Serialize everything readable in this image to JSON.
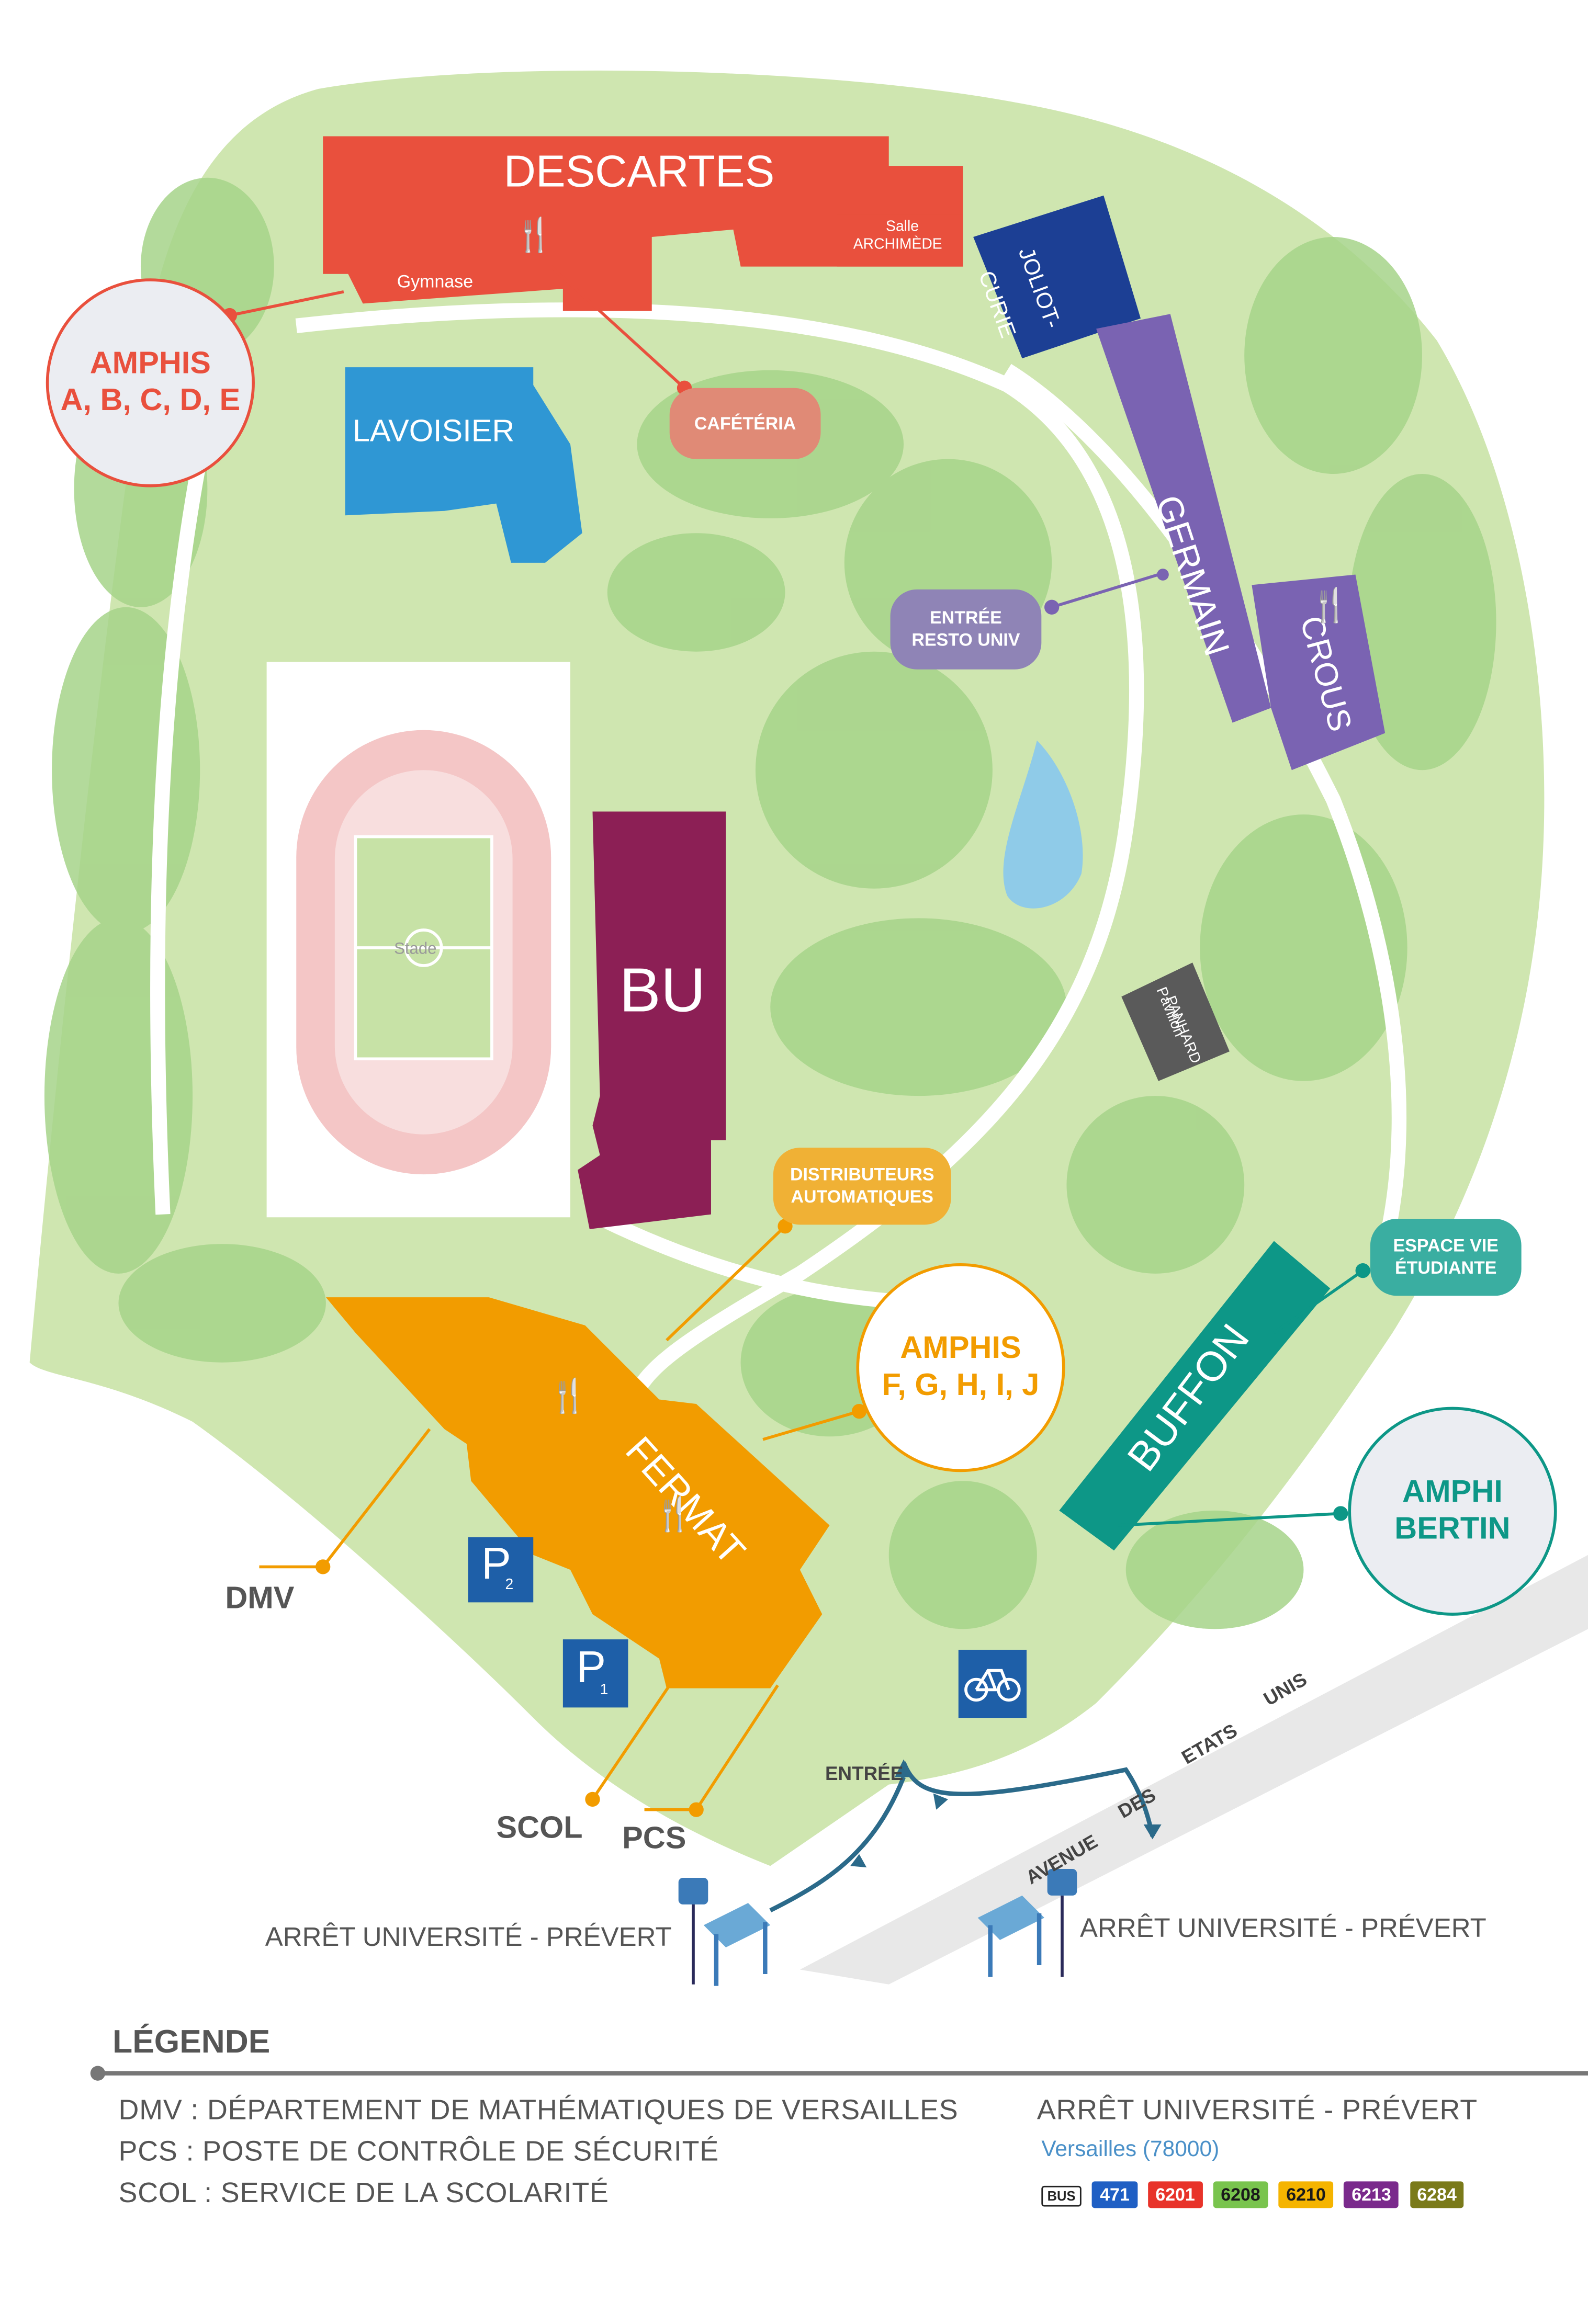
{
  "colors": {
    "descartes": "#e9503d",
    "lavoisier": "#2f97d4",
    "joliot_curie": "#1c3f94",
    "germain": "#7a63b2",
    "bu": "#8c1f55",
    "fermat": "#f29c00",
    "buffon": "#0d9787",
    "park": "#cfe6b0",
    "trees": "#9fcf7f",
    "path": "#ffffff",
    "track": "#f4c6c6",
    "parking": "#1e5fa8",
    "bus_stop": "#3b7ab8"
  },
  "buildings": {
    "descartes": "DESCARTES",
    "gymnase": "Gymnase",
    "salle": "Salle",
    "archimede": "ARCHIMÈDE",
    "lavoisier": "LAVOISIER",
    "joliot": "JOLIOT-",
    "curie": "CURIE",
    "germain": "GERMAIN",
    "crous": "CROUS",
    "bu": "BU",
    "stade": "Stade",
    "pavillon": "Pavillon",
    "panhard": "PANHARD",
    "fermat": "FERMAT",
    "buffon": "BUFFON"
  },
  "callouts": {
    "amphis_abcde": {
      "line1": "AMPHIS",
      "line2": "A, B, C, D, E"
    },
    "cafeteria": "CAFÉTÉRIA",
    "resto_univ": {
      "line1": "ENTRÉE",
      "line2": "RESTO UNIV"
    },
    "distributeurs": {
      "line1": "DISTRIBUTEURS",
      "line2": "AUTOMATIQUES"
    },
    "amphis_fghij": {
      "line1": "AMPHIS",
      "line2": "F, G, H, I, J"
    },
    "espace_vie": {
      "line1": "ESPACE VIE",
      "line2": "ÉTUDIANTE"
    },
    "amphi_bertin": {
      "line1": "AMPHI",
      "line2": "BERTIN"
    },
    "dmv": "DMV",
    "scol": "SCOL",
    "pcs": "PCS",
    "entree": "ENTRÉE",
    "p1": "P",
    "p1_sub": "1",
    "p2": "P",
    "p2_sub": "2"
  },
  "street": [
    "AVENUE",
    "DES",
    "ETATS",
    "UNIS"
  ],
  "bus_stops": {
    "left": "ARRÊT UNIVERSITÉ - PRÉVERT",
    "right": "ARRÊT UNIVERSITÉ - PRÉVERT"
  },
  "legend": {
    "title": "LÉGENDE",
    "items": [
      "DMV : DÉPARTEMENT DE MATHÉMATIQUES DE VERSAILLES",
      "PCS : POSTE DE CONTRÔLE DE SÉCURITÉ",
      "SCOL : SERVICE DE LA SCOLARITÉ"
    ],
    "stop_title": "ARRÊT UNIVERSITÉ - PRÉVERT",
    "stop_city": "Versailles (78000)",
    "bus_label": "BUS",
    "lines": [
      {
        "number": "471",
        "color": "#1f5fc4",
        "text_color": "#ffffff"
      },
      {
        "number": "6201",
        "color": "#e8332a",
        "text_color": "#ffffff"
      },
      {
        "number": "6208",
        "color": "#79c44e",
        "text_color": "#1a1a1a"
      },
      {
        "number": "6210",
        "color": "#f5b400",
        "text_color": "#1a1a1a"
      },
      {
        "number": "6213",
        "color": "#7a2a8c",
        "text_color": "#ffffff"
      },
      {
        "number": "6284",
        "color": "#7a7a1a",
        "text_color": "#ffffff"
      }
    ]
  }
}
